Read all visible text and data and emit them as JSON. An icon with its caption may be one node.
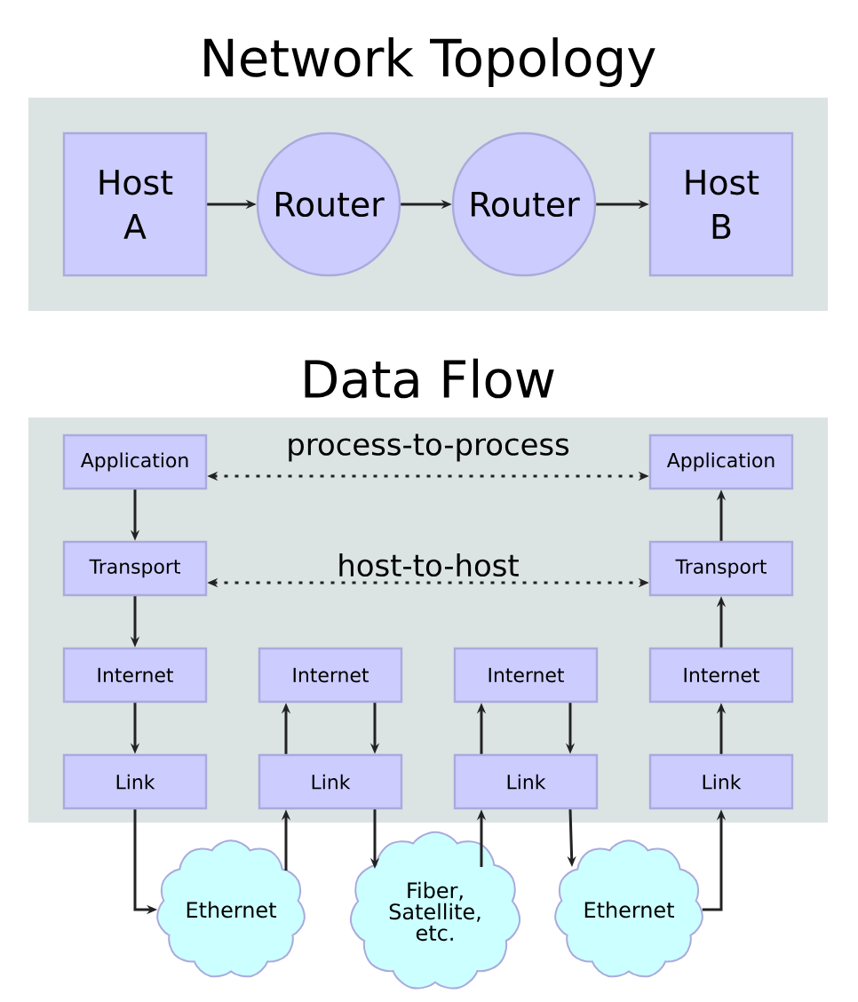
{
  "diagram": {
    "nodes": [
      {
        "text": [
          "Network Topology"
        ]
      },
      {
        "text": [
          "Host A"
        ],
        "in": 0
      },
      {
        "text": [
          "Router"
        ],
        "in": 0
      },
      {
        "text": [
          "Router"
        ],
        "in": 0
      },
      {
        "text": [
          "Host B"
        ],
        "in": 0
      },
      {
        "text": [
          "Data Flow"
        ]
      },
      {
        "text": [
          "Application"
        ],
        "in": 5
      },
      {
        "text": [
          "Application"
        ],
        "in": 5
      },
      {
        "text": [
          "Transport"
        ],
        "in": 5
      },
      {
        "text": [
          "Transport"
        ],
        "in": 5
      },
      {
        "text": [
          "Internet"
        ],
        "in": 5
      },
      {
        "text": [
          "Internet"
        ],
        "in": 5
      },
      {
        "text": [
          "Internet"
        ],
        "in": 5
      },
      {
        "text": [
          "Internet"
        ],
        "in": 5
      },
      {
        "text": [
          "Link"
        ],
        "in": 5
      },
      {
        "text": [
          "Link"
        ],
        "in": 5
      },
      {
        "text": [
          "Link"
        ],
        "in": 5
      },
      {
        "text": [
          "Link"
        ],
        "in": 5
      },
      {
        "text": [
          "Ethernet"
        ]
      },
      {
        "text": [
          "Fiber, Satellite, etc."
        ]
      },
      {
        "text": [
          "Ethernet"
        ]
      }
    ],
    "edges": [
      {
        "from": 1,
        "to": 2,
        "arrow": "to"
      },
      {
        "from": 2,
        "to": 3,
        "arrow": "to"
      },
      {
        "from": 3,
        "to": 4,
        "arrow": "to"
      },
      {
        "from": 6,
        "to": 7,
        "arrow": "both",
        "label": "process-to-process",
        "style": "dashed"
      },
      {
        "from": 8,
        "to": 9,
        "arrow": "both",
        "label": "host-to-host",
        "style": "dashed"
      },
      {
        "from": 6,
        "to": 8,
        "arrow": "to"
      },
      {
        "from": 8,
        "to": 10,
        "arrow": "to"
      },
      {
        "from": 10,
        "to": 14,
        "arrow": "to"
      },
      {
        "from": 14,
        "to": 18,
        "arrow": "to"
      },
      {
        "from": 18,
        "to": 15,
        "arrow": "to"
      },
      {
        "from": 15,
        "to": 11,
        "arrow": "to"
      },
      {
        "from": 11,
        "to": 15,
        "arrow": "to"
      },
      {
        "from": 15,
        "to": 19,
        "arrow": "to"
      },
      {
        "from": 19,
        "to": 16,
        "arrow": "to"
      },
      {
        "from": 16,
        "to": 12,
        "arrow": "to"
      },
      {
        "from": 12,
        "to": 16,
        "arrow": "to"
      },
      {
        "from": 16,
        "to": 20,
        "arrow": "to"
      },
      {
        "from": 20,
        "to": 17,
        "arrow": "to"
      },
      {
        "from": 17,
        "to": 13,
        "arrow": "to"
      },
      {
        "from": 13,
        "to": 9,
        "arrow": "to"
      },
      {
        "from": 9,
        "to": 7,
        "arrow": "to"
      }
    ]
  }
}
